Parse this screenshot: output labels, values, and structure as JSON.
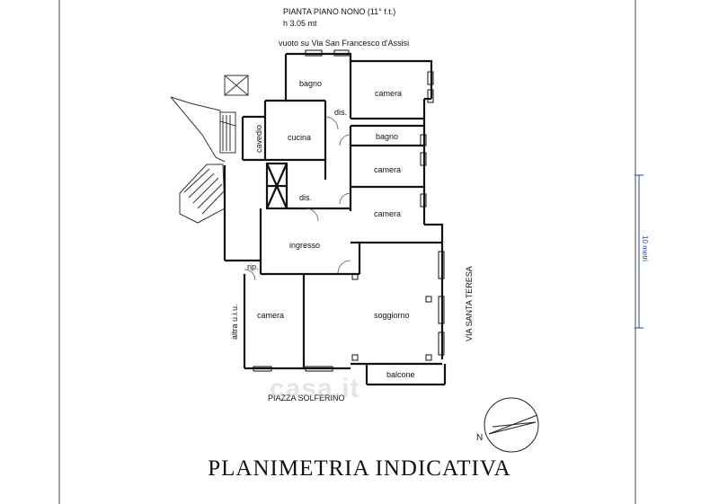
{
  "header": {
    "line1": "PIANTA PIANO NONO (11° f.t.)",
    "line2": "h 3.05 mt",
    "line3": "vuoto su Via San Francesco d'Assisi"
  },
  "rooms": {
    "bagno_top": "bagno",
    "camera_top": "camera",
    "dis_top": "dis.",
    "cavedio": "cavedio",
    "cucina": "cucina",
    "bagno_mid": "bagno",
    "camera_mid": "camera",
    "dis_mid": "dis.",
    "camera_right": "camera",
    "ingresso": "ingresso",
    "rip": "rip.",
    "camera_left": "camera",
    "soggiorno": "soggiorno",
    "balcone": "balcone"
  },
  "streets": {
    "via_santa_teresa": "VIA SANTA TERESA",
    "altra_uiu": "altra u.i.u.",
    "piazza_solferino": "PIAZZA SOLFERINO"
  },
  "compass": {
    "north_label": "N"
  },
  "scale_label": "10 metri",
  "watermark": "casa.it",
  "title": "PLANIMETRIA INDICATIVA"
}
